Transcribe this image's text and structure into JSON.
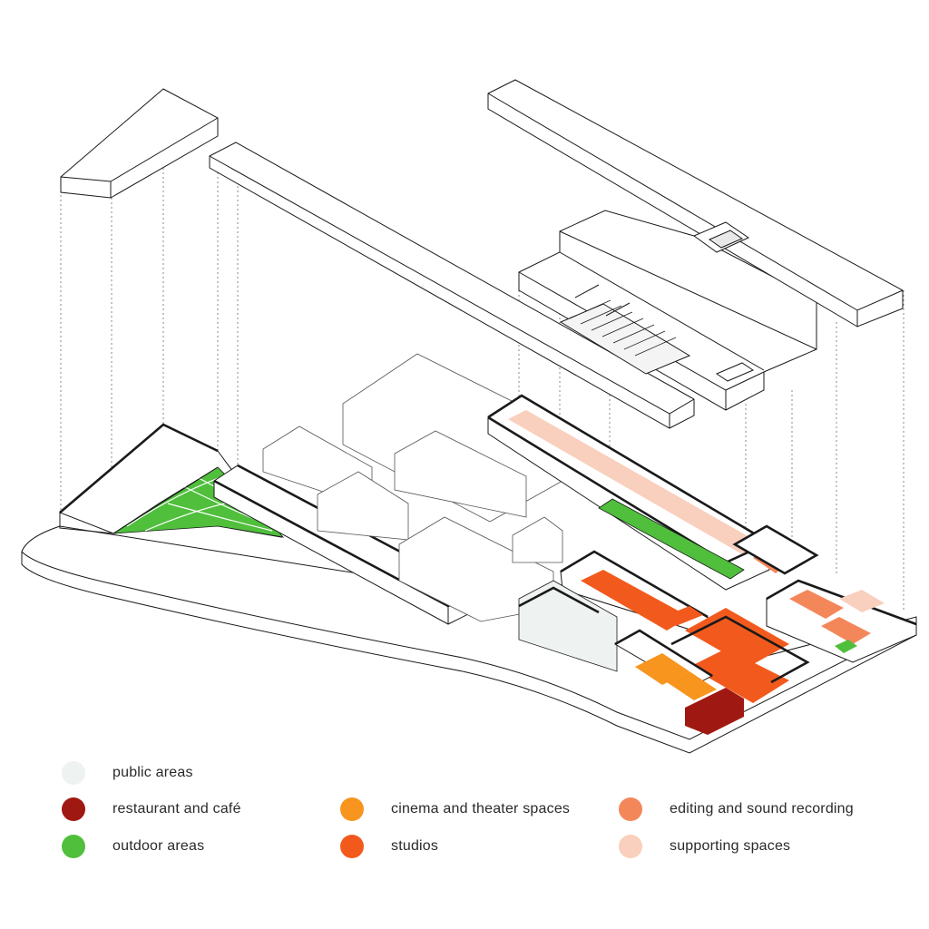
{
  "legend": [
    {
      "label": "public areas",
      "color": "#eef2f1"
    },
    {
      "label": "restaurant and café",
      "color": "#a01812"
    },
    {
      "label": "outdoor areas",
      "color": "#4fbf3c"
    },
    {
      "label": "cinema and theater spaces",
      "color": "#f7951e"
    },
    {
      "label": "studios",
      "color": "#f25a1d"
    },
    {
      "label": "editing and sound recording",
      "color": "#f4875a"
    },
    {
      "label": "supporting spaces",
      "color": "#f9cfbd"
    }
  ],
  "colors": {
    "line": "#1a1a1a",
    "roof_fill": "#ffffff",
    "guide": "#8a8a8a"
  }
}
